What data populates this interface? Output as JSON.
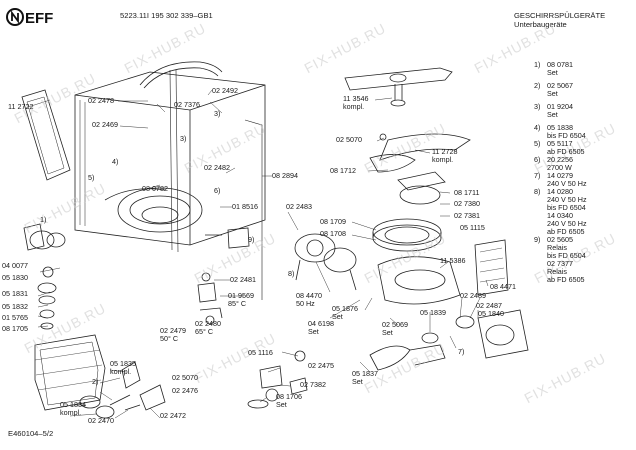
{
  "header": {
    "brand": "NEFF",
    "model": "5223.11I 195 302 339–GB1",
    "category": "GESCHIRRSPÜLGERÄTE",
    "subcategory": "Unterbaugeräte"
  },
  "footer_code": "E460104–5/2",
  "watermark": "FIX-HUB.RU",
  "labels": {
    "p112722": "11 2722",
    "p022478": "02 2478",
    "p027376": "02 7376",
    "p022492": "02 2492",
    "n3": "3)",
    "p022469": "02 2469",
    "n4": "4)",
    "n3b": "3)",
    "p022482": "02 2482",
    "p082894": "08 2894",
    "n5": "5)",
    "p080782": "08 0782",
    "n6": "6)",
    "p018516": "01 8516",
    "p022483": "02 2483",
    "n1": "1)",
    "n9": "9)",
    "p040077": "04 0077",
    "p051830": "05 1830",
    "p022481": "02 2481",
    "p051831": "05 1831",
    "p019569": "01 9569",
    "p019569c": "85° C",
    "p051832": "05 1832",
    "p015765": "01 5765",
    "p081705": "08 1705",
    "p022479": "02 2479",
    "p022479c": "50° C",
    "p022480": "02 2480",
    "p022480c": "65° C",
    "p113546": "11 3546",
    "p113546k": "kompl.",
    "p025070top": "02 5070",
    "p112728": "11 2728",
    "p112728k": "kompl.",
    "p081712": "08 1712",
    "p081711": "08 1711",
    "p027380": "02 7380",
    "p027381": "02 7381",
    "p051115": "05 1115",
    "p081709": "08 1709",
    "p081708": "08 1708",
    "n8": "8)",
    "p115386": "11 5386",
    "p084470": "08 4470",
    "p084470b": "50 Hz",
    "p084471": "08 4471",
    "p051876": "05 1876",
    "p051876s": "Set",
    "p046198": "04 6198",
    "p046198s": "Set",
    "p022489": "02 2489",
    "p022487": "02 2487",
    "p025069": "02 5069",
    "p025069s": "Set",
    "p051839": "05 1839",
    "p051840": "05 1840",
    "n7": "7)",
    "p051116": "05 1116",
    "p022475": "02 2475",
    "p051837": "05 1837",
    "p051837s": "Set",
    "p027382": "02 7382",
    "p081706": "08 1706",
    "p081706s": "Set",
    "p051835": "05 1835",
    "p051835k": "kompl.",
    "p025070": "02 5070",
    "p022476": "02 2476",
    "n2": "2)",
    "p051834": "05 1834",
    "p051834k": "kompl.",
    "p022470": "02 2470",
    "p022472": "02 2472"
  },
  "legend": [
    {
      "num": "1)",
      "part": "08 0781",
      "note": "Set"
    },
    {
      "num": "2)",
      "part": "02 5067",
      "note": "Set"
    },
    {
      "num": "3)",
      "part": "01 9204",
      "note": "Set"
    },
    {
      "num": "4)",
      "part": "05 1838",
      "note": "bis FD 6504"
    },
    {
      "num": "5)",
      "part": "05 5117",
      "note": "ab FD 6505"
    },
    {
      "num": "6)",
      "part": "20 2256",
      "note": "2700 W"
    },
    {
      "num": "7)",
      "part": "14 0279",
      "note": "240 V 50 Hz"
    },
    {
      "num": "8)",
      "part": "14 0280",
      "note": "240 V 50 Hz",
      "extra": "bis FD 6504"
    },
    {
      "num": "",
      "part": "14 0340",
      "note": "240 V 50 Hz",
      "extra": "ab FD 6505"
    },
    {
      "num": "9)",
      "part": "02 5605",
      "note": "Relais",
      "extra": "bis FD 6504"
    },
    {
      "num": "",
      "part": "02 7377",
      "note": "Relais",
      "extra": "ab FD 6505"
    }
  ]
}
